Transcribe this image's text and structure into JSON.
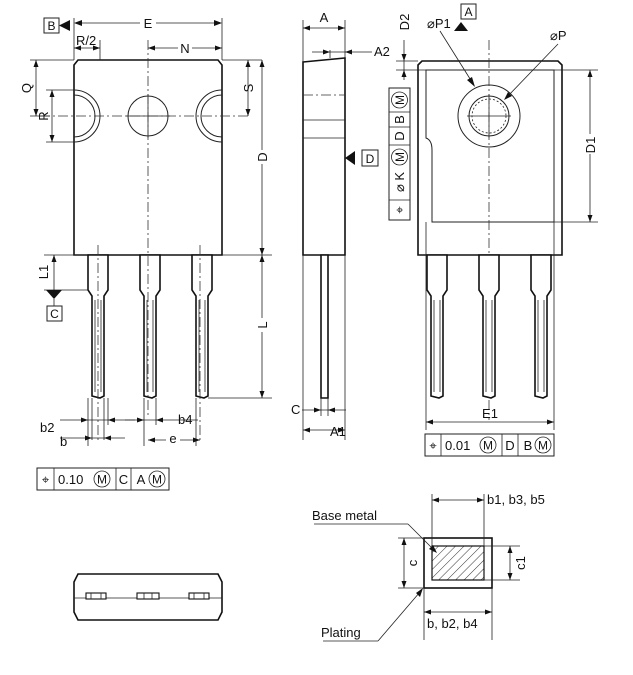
{
  "front_view": {
    "datum_b": "B",
    "dim_E": "E",
    "dim_R2": "R/2",
    "dim_N": "N",
    "dim_Q": "Q",
    "dim_R": "R",
    "dim_S": "S",
    "dim_D": "D",
    "dim_L1": "L1",
    "datum_c": "C",
    "dim_L": "L",
    "dim_b2": "b2",
    "dim_b": "b",
    "dim_b4": "b4",
    "dim_e": "e",
    "tolerance_frame": {
      "symbol": "⌖",
      "value": "0.10",
      "modifier": "M",
      "datum1": "C",
      "datum2": "A",
      "datum2_modifier": "M"
    }
  },
  "side_view": {
    "dim_A": "A",
    "dim_A2": "A2",
    "datum_d": "D",
    "dim_C": "C",
    "dim_A1": "A1"
  },
  "back_view": {
    "dim_D2": "D2",
    "dim_P1": "⌀P1",
    "datum_a": "A",
    "dim_P": "⌀P",
    "dim_D1": "D1",
    "dim_E1": "E1",
    "vertical_frame": {
      "symbol": "⌖",
      "value": "⌀ K",
      "modifier": "M",
      "datum1": "D",
      "datum2": "B",
      "datum2_modifier": "M"
    },
    "tolerance_frame": {
      "symbol": "⌖",
      "value": "0.01",
      "modifier": "M",
      "datum1": "D",
      "datum2": "B",
      "datum2_modifier": "M"
    }
  },
  "section_detail": {
    "base_metal_label": "Base metal",
    "plating_label": "Plating",
    "dim_top": "b1, b3, b5",
    "dim_c": "c",
    "dim_c1": "c1",
    "dim_bottom": "b, b2, b4"
  }
}
